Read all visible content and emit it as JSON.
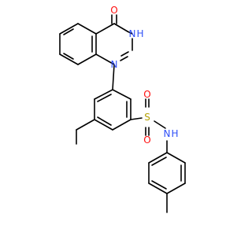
{
  "molecule": {
    "atoms": {
      "o_keto": {
        "symbol": "O",
        "color": "#ff0d0d"
      },
      "nh": {
        "symbol": "N",
        "suffix": "H",
        "color": "#3050f8"
      },
      "n_ring": {
        "symbol": "N",
        "color": "#3050f8"
      },
      "s": {
        "symbol": "S",
        "color": "#b3a000"
      },
      "o_s1": {
        "symbol": "O",
        "color": "#ff0d0d"
      },
      "o_s2": {
        "symbol": "O",
        "color": "#ff0d0d"
      },
      "n_amide": {
        "symbol": "N",
        "suffix": "H",
        "color": "#3050f8"
      }
    }
  }
}
